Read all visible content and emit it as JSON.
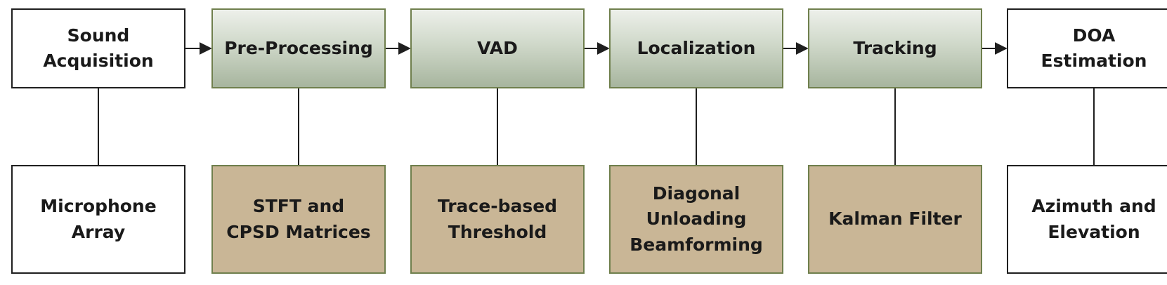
{
  "top_row": [
    {
      "id": "sound-acquisition",
      "label": "Sound Acquisition",
      "style": "plain"
    },
    {
      "id": "pre-processing",
      "label": "Pre-Processing",
      "style": "green"
    },
    {
      "id": "vad",
      "label": "VAD",
      "style": "green"
    },
    {
      "id": "localization",
      "label": "Localization",
      "style": "green"
    },
    {
      "id": "tracking",
      "label": "Tracking",
      "style": "green"
    },
    {
      "id": "doa-estimation",
      "label": "DOA\nEstimation",
      "style": "plain"
    }
  ],
  "bottom_row": [
    {
      "id": "microphone-array",
      "label": "Microphone Array",
      "style": "plain"
    },
    {
      "id": "stft-cpsd",
      "label": "STFT and\nCPSD Matrices",
      "style": "tan"
    },
    {
      "id": "trace-threshold",
      "label": "Trace-based\nThreshold",
      "style": "tan"
    },
    {
      "id": "diagonal-unloading",
      "label": "Diagonal\nUnloading\nBeamforming",
      "style": "tan"
    },
    {
      "id": "kalman-filter",
      "label": "Kalman Filter",
      "style": "tan"
    },
    {
      "id": "azimuth-elevation",
      "label": "Azimuth and\nElevation",
      "style": "plain"
    }
  ],
  "colors": {
    "plain_fill": "#ffffff",
    "green_top": "#edf0ea",
    "green_bottom": "#a7b59e",
    "tan_fill": "#c9b696",
    "green_border": "#6f7f4d",
    "line": "#1f1f1f"
  }
}
